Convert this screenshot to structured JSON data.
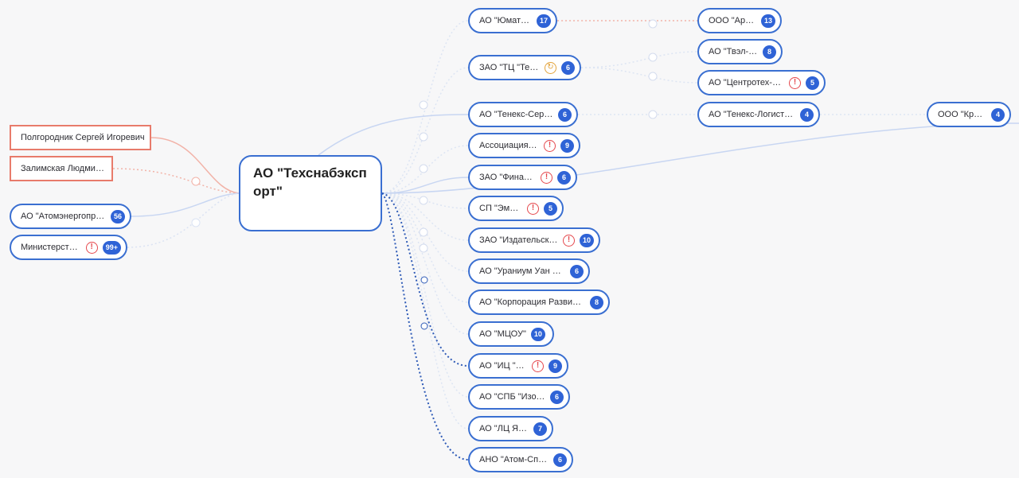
{
  "central": {
    "name": "АО \"Техснабэкспорт\""
  },
  "left_nodes": [
    {
      "id": "polgorodnik",
      "label": "Полгородник Сергей Игоревич",
      "kind": "person"
    },
    {
      "id": "zalimskaya",
      "label": "Залимская Людмила...",
      "kind": "person"
    },
    {
      "id": "atomenergoprom",
      "label": "АО \"Атомэнергопром\"",
      "badge": "56"
    },
    {
      "id": "ministry",
      "label": "Министерство...",
      "warn": true,
      "badge": "99+"
    }
  ],
  "right_nodes": [
    {
      "id": "yumateks",
      "label": "АО \"Юматекс\"",
      "badge": "17"
    },
    {
      "id": "tc-teneks",
      "label": "ЗАО \"ТЦ \"Тенекс\"",
      "cycle": true,
      "badge": "6"
    },
    {
      "id": "teneks-servis",
      "label": "АО \"Тенекс-Сервис\"",
      "badge": "6"
    },
    {
      "id": "associaciya",
      "label": "Ассоциация по...",
      "warn": true,
      "badge": "9"
    },
    {
      "id": "finatheks",
      "label": "ЗАО \"Финатэкс\"",
      "warn": true,
      "badge": "6"
    },
    {
      "id": "emural",
      "label": "СП \"Эмурал\"",
      "warn": true,
      "badge": "5"
    },
    {
      "id": "izdatelskiy",
      "label": "ЗАО \"Издательский...",
      "warn": true,
      "badge": "10"
    },
    {
      "id": "uranium-one",
      "label": "АО \"Ураниум Уан Груп\"",
      "badge": "6"
    },
    {
      "id": "korporaciya",
      "label": "АО \"Корпорация Развития...",
      "badge": "8"
    },
    {
      "id": "mtsou",
      "label": "АО \"МЦОУ\"",
      "badge": "10"
    },
    {
      "id": "ic-rgc",
      "label": "АО \"ИЦ \"РГЦ\"",
      "warn": true,
      "badge": "9"
    },
    {
      "id": "spb-izotop",
      "label": "АО \"СПБ \"Изотоп\"",
      "badge": "6"
    },
    {
      "id": "lc-yatc",
      "label": "АО \"ЛЦ Ятц\"",
      "badge": "7"
    },
    {
      "id": "ano-atom-sport",
      "label": "АНО \"Атом-Спорт\"",
      "badge": "6"
    }
  ],
  "third_nodes": [
    {
      "id": "argon",
      "label": "ООО \"Аргон\"",
      "badge": "13"
    },
    {
      "id": "tvel-kc",
      "label": "АО \"Твэл-КЦ\"",
      "badge": "8"
    },
    {
      "id": "centrotech",
      "label": "АО \"Центротех-СПБ\"",
      "warn": true,
      "badge": "5"
    },
    {
      "id": "teneks-logistika",
      "label": "АО \"Тенекс-Логистика\"",
      "badge": "4"
    }
  ],
  "fourth_nodes": [
    {
      "id": "kraun",
      "label": "ООО \"Краун\"",
      "badge": "4"
    }
  ]
}
